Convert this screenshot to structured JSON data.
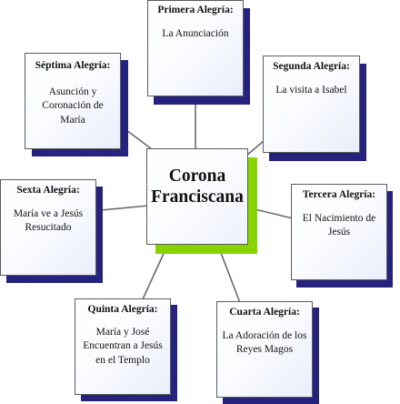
{
  "colors": {
    "shadow": "#25237e",
    "center_shadow": "#88d400",
    "connector": "#6b6b6b",
    "box_border": "#5c5c5c"
  },
  "center": {
    "title": "Corona Franciscana"
  },
  "nodes": [
    {
      "id": "primera",
      "title": "Primera Alegría:",
      "body": "La Anunciación"
    },
    {
      "id": "segunda",
      "title": "Segunda Alegría:",
      "body": "La visita a Isabel"
    },
    {
      "id": "tercera",
      "title": "Tercera Alegría:",
      "body": "El Nacimiento de Jesús"
    },
    {
      "id": "cuarta",
      "title": "Cuarta Alegría:",
      "body": "La Adoración de los Reyes Magos"
    },
    {
      "id": "quinta",
      "title": "Quinta Alegría:",
      "body": "María y José Encuentran a Jesús en el Templo"
    },
    {
      "id": "sexta",
      "title": "Sexta Alegría:",
      "body": "María ve a Jesús Resucitado"
    },
    {
      "id": "septima",
      "title": "Séptima Alegría:",
      "body": "Asunción y Coronación de María"
    }
  ]
}
